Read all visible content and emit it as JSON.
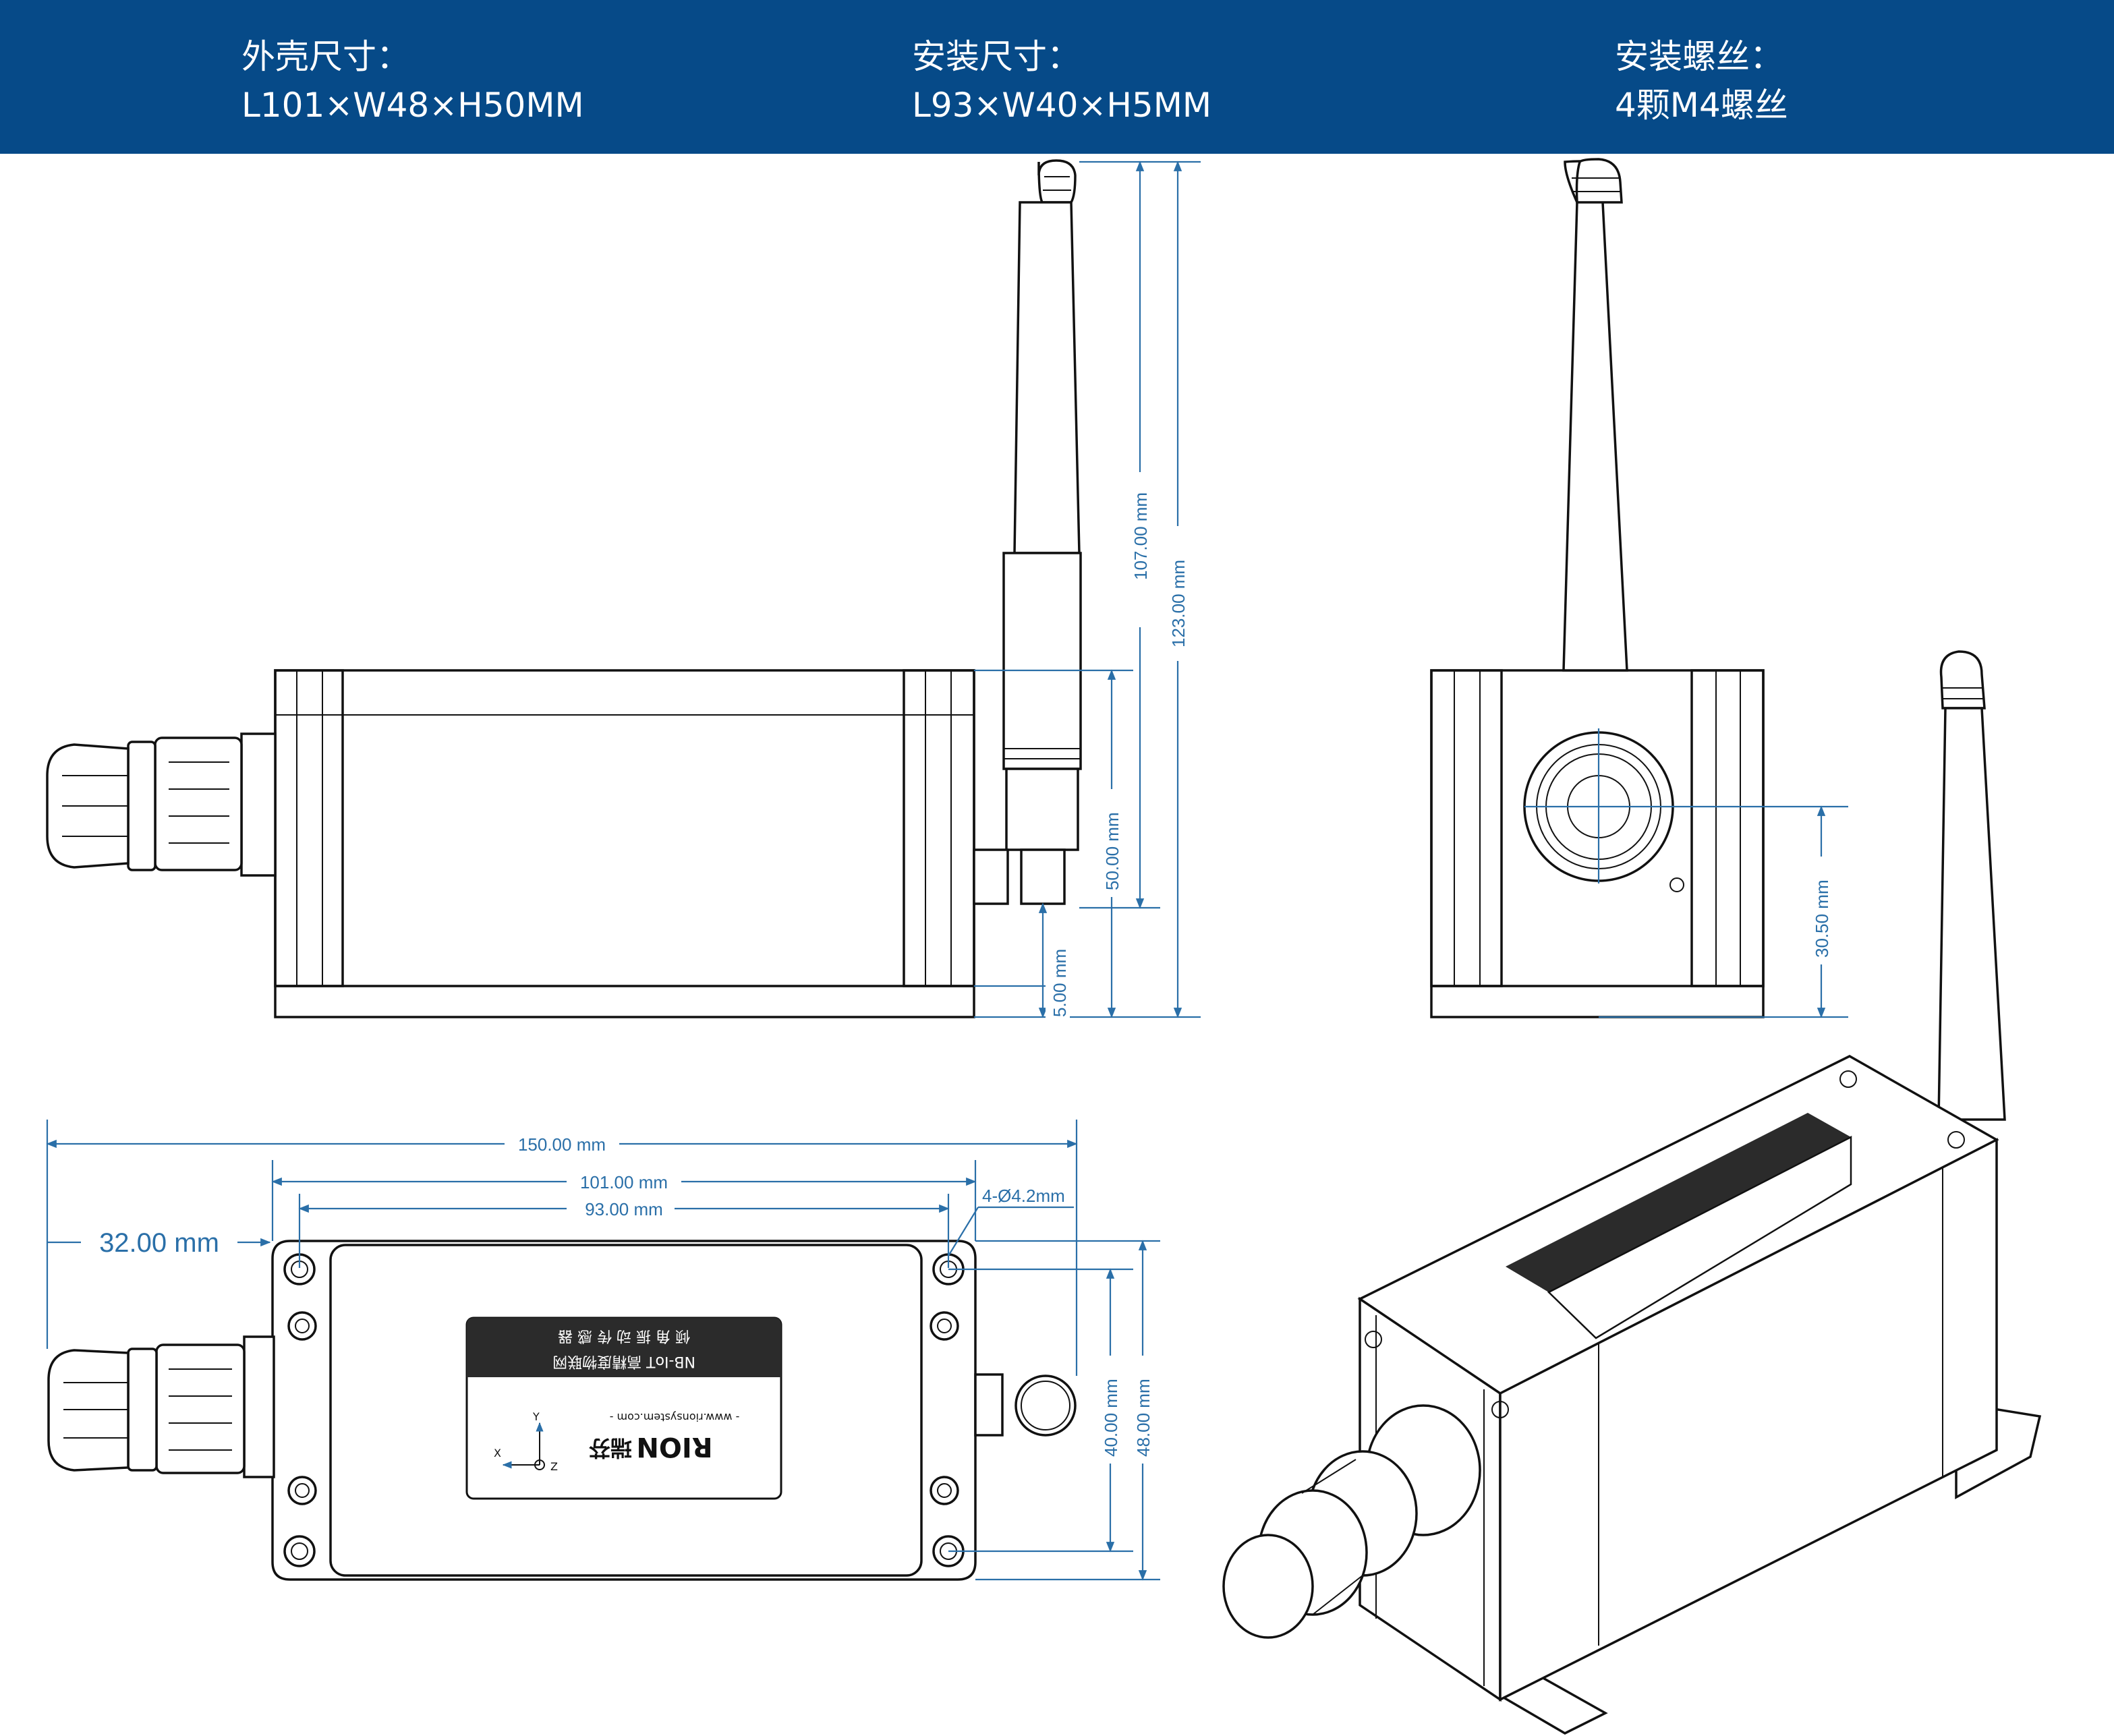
{
  "header": {
    "specs": [
      {
        "title": "外壳尺寸：",
        "value": "L101×W48×H50MM"
      },
      {
        "title": "安装尺寸：",
        "value": "L93×W40×H5MM"
      },
      {
        "title": "安装螺丝：",
        "value": "4颗M4螺丝"
      }
    ]
  },
  "dimensions": {
    "antenna_length": "107.00 mm",
    "total_height": "123.00 mm",
    "body_height": "50.00 mm",
    "base_height": "5.00 mm",
    "gland_center": "30.50 mm",
    "total_length": "150.00 mm",
    "shell_length": "101.00 mm",
    "mount_length": "93.00 mm",
    "hole_spec": "4-Ø4.2mm",
    "gland_offset": "32.00 mm",
    "mount_width": "40.00 mm",
    "shell_width": "48.00 mm"
  },
  "label": {
    "line1": "倾 角 振 动 传 感 器",
    "line2": "NB-IoT 高精度物联网",
    "url": "- www.rionsystem.com -",
    "brand": "RION",
    "brand_cn": "瑞芬",
    "axes": [
      "Y",
      "X",
      "Z"
    ]
  },
  "colors": {
    "banner": "#064a88",
    "dimension": "#2a6fa8",
    "line": "#111111"
  }
}
